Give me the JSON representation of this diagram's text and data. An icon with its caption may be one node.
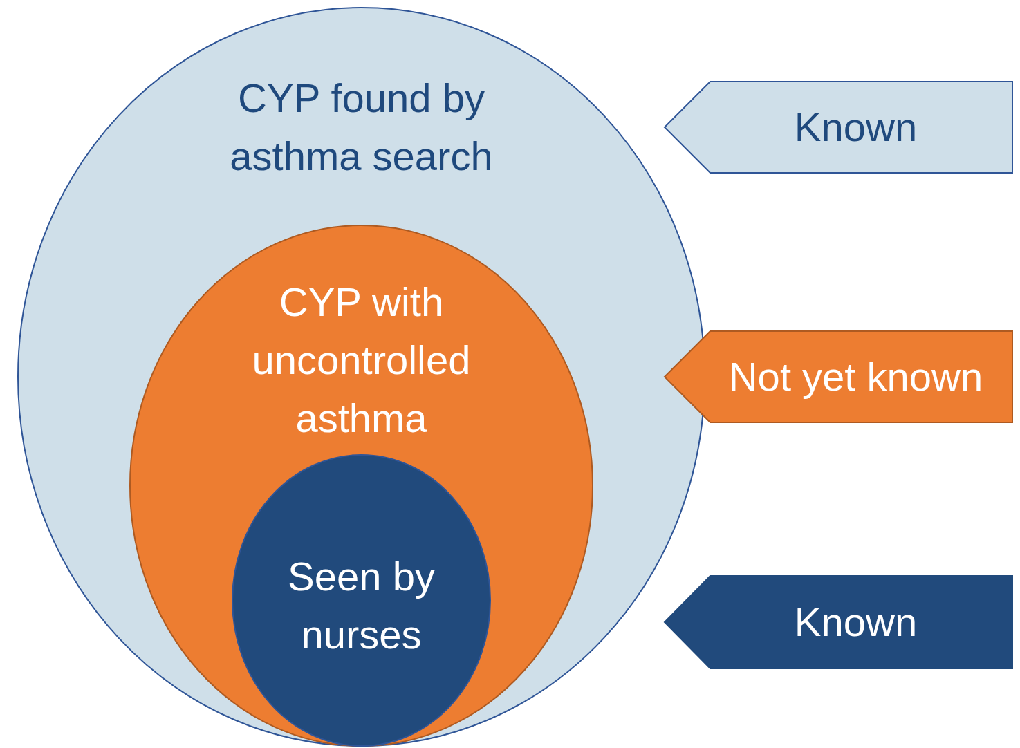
{
  "diagram": {
    "nodes": [
      {
        "text": [
          "CYP found by asthma search"
        ]
      },
      {
        "text": [
          "CYP with uncontrolled asthma"
        ],
        "in": 0
      },
      {
        "text": [
          "Seen by nurses"
        ],
        "in": 1
      },
      {
        "text": [
          "Known"
        ]
      },
      {
        "text": [
          "Not yet known"
        ]
      },
      {
        "text": [
          "Known"
        ]
      }
    ]
  }
}
